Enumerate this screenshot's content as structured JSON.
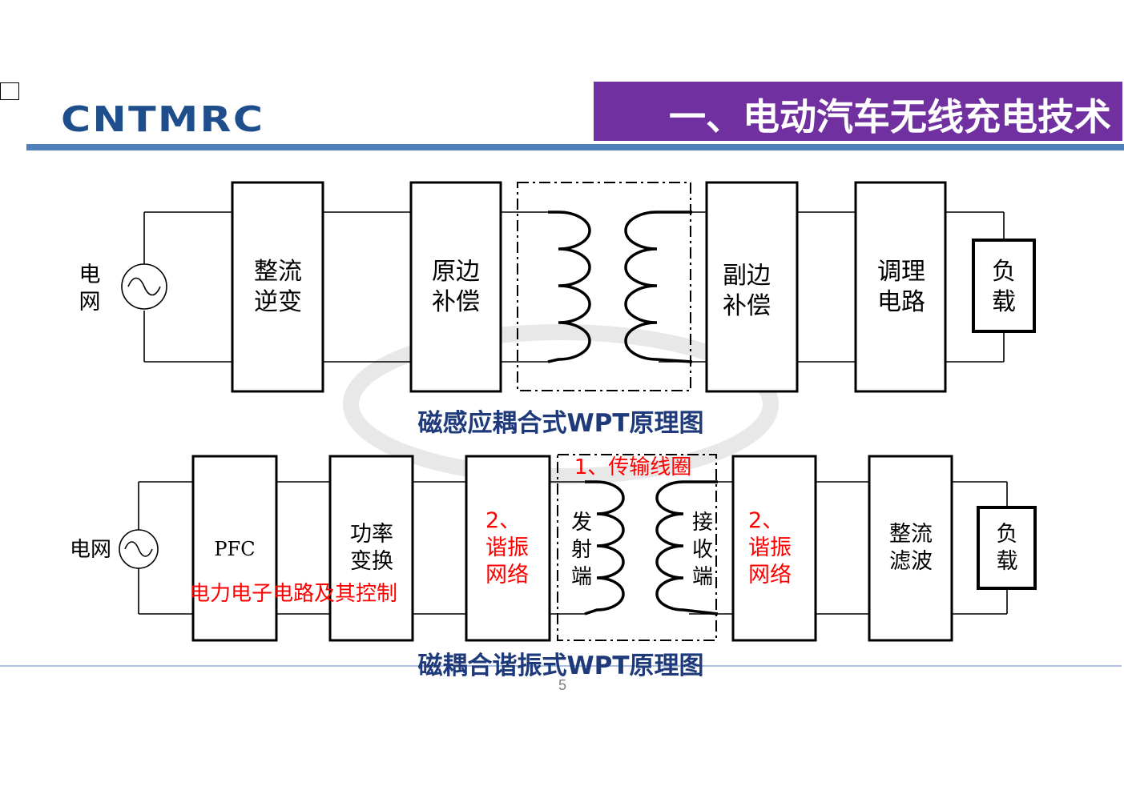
{
  "header": {
    "title": "一、电动汽车无线充电技术",
    "logo_text": "CNTMRC",
    "page_number": "5"
  },
  "colors": {
    "title_bar": "#7030a0",
    "header_rule": "#4f81bd",
    "caption": "#1f3a7a",
    "annotation": "#ff0000"
  },
  "diagram_top": {
    "source_label_1": "电",
    "source_label_2": "网",
    "block1": [
      "整流",
      "逆变"
    ],
    "block2": [
      "原边",
      "补偿"
    ],
    "block3": [
      "副边",
      "补偿"
    ],
    "block4": [
      "调理",
      "电路"
    ],
    "load": [
      "负",
      "载"
    ],
    "caption": "磁感应耦合式WPT原理图"
  },
  "diagram_bottom": {
    "source_label": "电网",
    "block1": "PFC",
    "block2": [
      "功率",
      "变换"
    ],
    "resonant_left": [
      "2、",
      "谐振",
      "网络"
    ],
    "transmitter": [
      "发",
      "射",
      "端"
    ],
    "receiver": [
      "接",
      "收",
      "端"
    ],
    "resonant_right": [
      "2、",
      "谐振",
      "网络"
    ],
    "block5": [
      "整流",
      "滤波"
    ],
    "load": [
      "负",
      "载"
    ],
    "coil_annotation": "1、传输线圈",
    "power_annotation": "电力电子电路及其控制",
    "caption": "磁耦合谐振式WPT原理图"
  }
}
